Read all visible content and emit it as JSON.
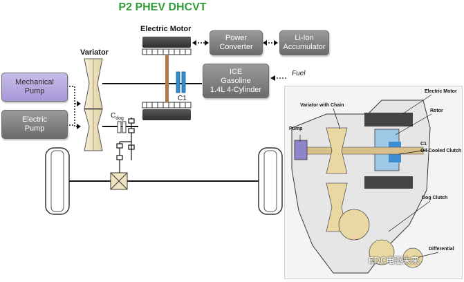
{
  "title": "P2 PHEV DHCVT",
  "labels": {
    "electric_motor": "Electric Motor",
    "variator": "Variator",
    "fuel": "Fuel",
    "c1": "C1",
    "cdog_main": "C",
    "cdog_sub": "dog"
  },
  "boxes": {
    "power_converter": "Power\nConverter",
    "li_ion_accumulator": "Li-Ion\nAccumulator",
    "ice": "ICE\nGasoline\n1.4L 4-Cylinder",
    "mechanical_pump": "Mechanical\nPump",
    "electric_pump": "Electric\nPump"
  },
  "cutaway": {
    "variator_with_chain": "Variator with Chain",
    "electric_motor": "Electric Motor",
    "rotor": "Rotor",
    "pump": "Pump",
    "c1": "C1",
    "oil_cooled_clutch": "Oil-Cooled Clutch",
    "dog_clutch": "Dog Clutch",
    "differential": "Differential"
  },
  "watermark": "EDC电驱未来",
  "colors": {
    "title": "#2e9e3a",
    "box_grey": "#7f7f7f",
    "box_purple": "#b3a8df",
    "clutch_blue": "#2f8fd0",
    "shaft_brown": "#b07a4a",
    "variator_tan": "#efe3c0"
  }
}
